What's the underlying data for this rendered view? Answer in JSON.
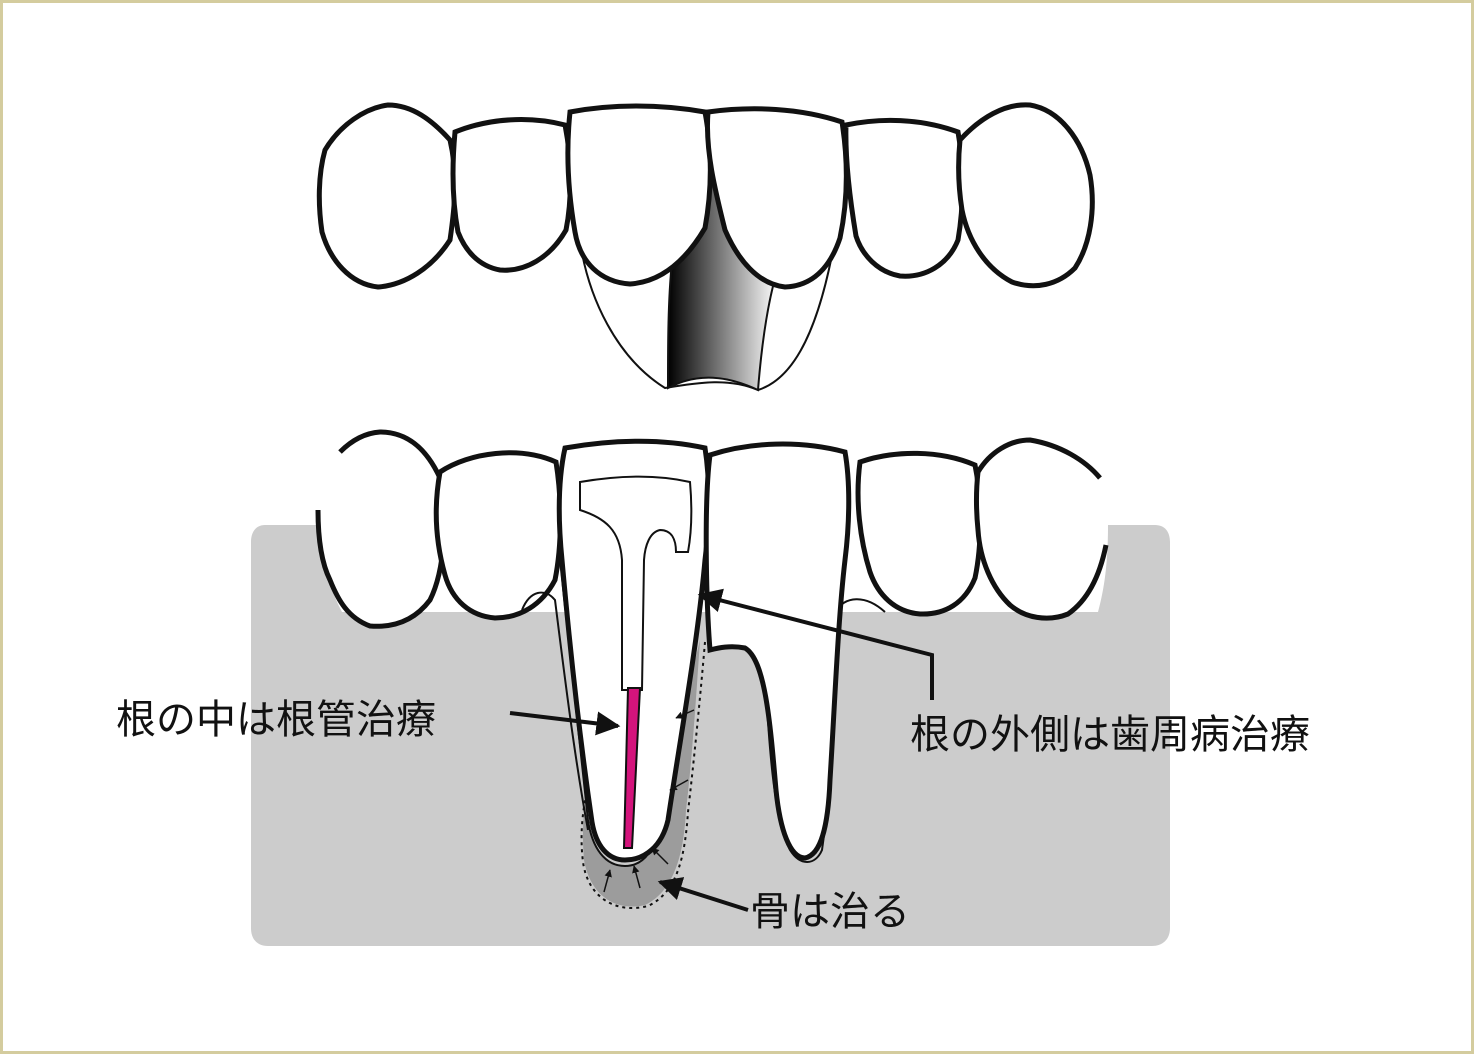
{
  "labels": {
    "root_canal": "根の中は根管治療",
    "periodontal": "根の外側は歯周病治療",
    "bone_heals": "骨は治る"
  },
  "colors": {
    "frame_border": "#d4cc9e",
    "bone_fill": "#cccccc",
    "lesion_fill": "#9c9c9c",
    "filling": "#d4147c",
    "outline": "#111111",
    "tooth_fill": "#ffffff"
  }
}
